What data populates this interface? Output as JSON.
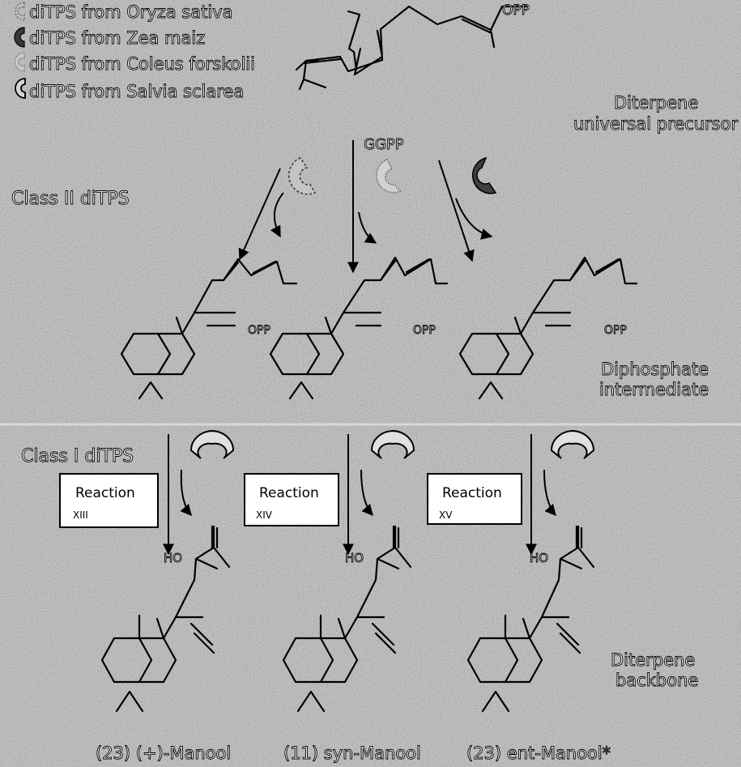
{
  "legend": [
    {
      "label": "diTPS from Oryza sativa",
      "style": "light-dashed"
    },
    {
      "label": "diTPS from Zea maiz",
      "style": "dark"
    },
    {
      "label": "diTPS from Coleus forskolii",
      "style": "light-dotted"
    },
    {
      "label": "diTPS from Salvia sclarea",
      "style": "white-outlined"
    }
  ],
  "precursor": {
    "label_line1": "Diterpene",
    "label_line2": "universal precursor",
    "name": "GGPP",
    "opp": "OPP"
  },
  "class_ii": {
    "label": "Class II diTPS"
  },
  "intermediates": {
    "label_line1": "Diphosphate",
    "label_line2": "intermediate",
    "opp": "OPP"
  },
  "class_i": {
    "label": "Class I diTPS"
  },
  "reactions": [
    {
      "title": "Reaction",
      "number": "XIII"
    },
    {
      "title": "Reaction",
      "number": "XIV"
    },
    {
      "title": "Reaction",
      "number": "XV"
    }
  ],
  "backbone": {
    "label_line1": "Diterpene",
    "label_line2": "backbone",
    "ho": "HO"
  },
  "products": [
    "(23) (+)-Manool",
    "(11) syn-Manool",
    "(23) ent-Manool*"
  ]
}
